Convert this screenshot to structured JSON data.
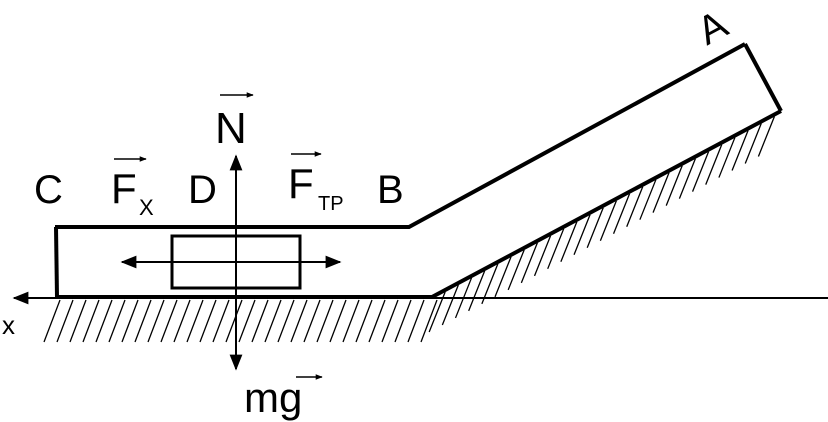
{
  "labels": {
    "point_a": "A",
    "point_b": "B",
    "point_c": "C",
    "point_d": "D",
    "axis_x": "x",
    "force_normal": "N",
    "force_x_main": "F",
    "force_x_sub": "X",
    "force_friction_main": "F",
    "force_friction_sub": "TP",
    "force_gravity": "mg"
  },
  "colors": {
    "ink": "#000000",
    "background": "#ffffff"
  }
}
